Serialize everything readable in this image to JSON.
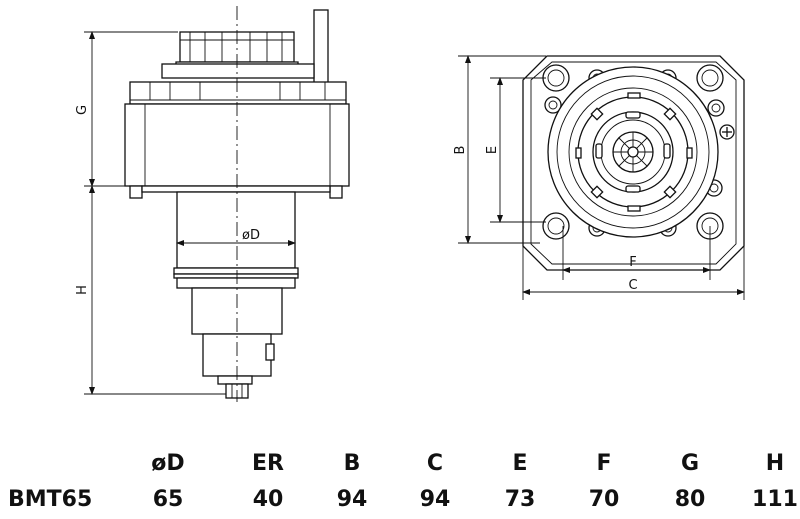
{
  "side_view": {
    "dims": {
      "G": "G",
      "H": "H",
      "D": "øD"
    }
  },
  "top_view": {
    "dims": {
      "B": "B",
      "E": "E",
      "F": "F",
      "C": "C"
    }
  },
  "spec_table": {
    "headers": [
      "øD",
      "ER",
      "B",
      "C",
      "E",
      "F",
      "G",
      "H"
    ],
    "rows": [
      {
        "model": "BMT65",
        "values": [
          "65",
          "40",
          "94",
          "94",
          "73",
          "70",
          "80",
          "111"
        ]
      }
    ]
  }
}
